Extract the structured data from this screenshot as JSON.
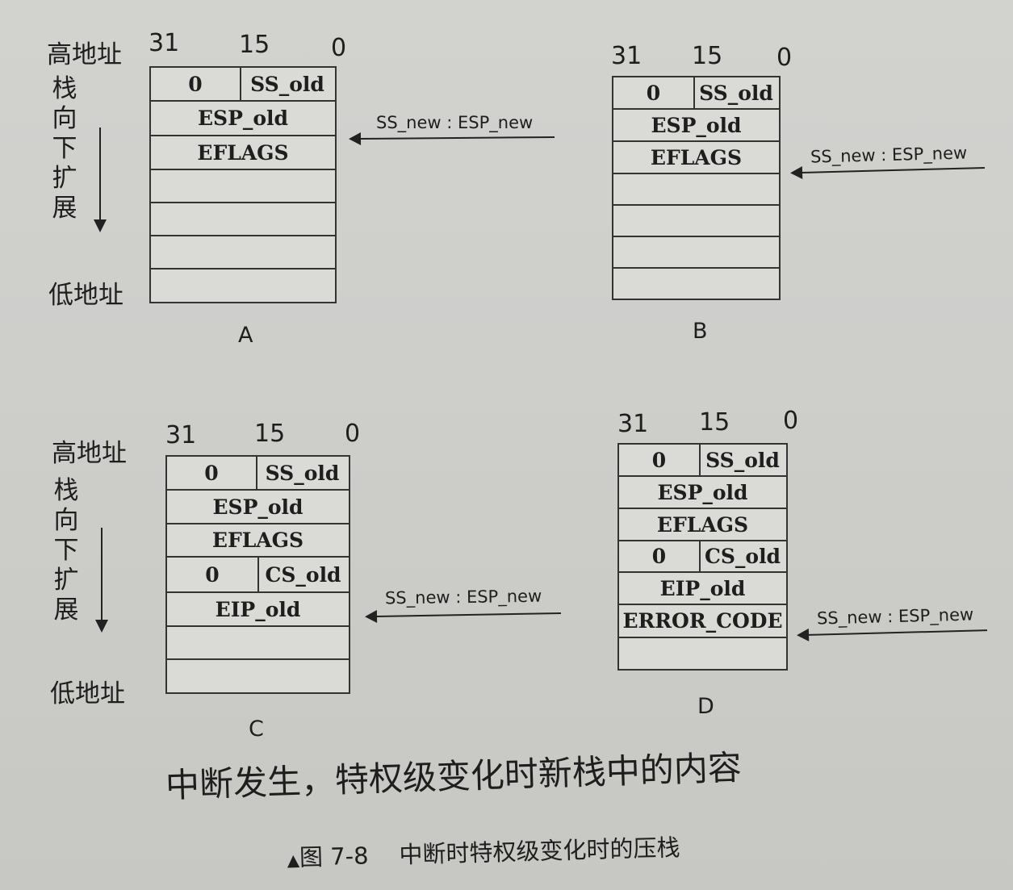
{
  "axis_labels": {
    "high_address": "高地址",
    "low_address": "低地址",
    "growth_direction": [
      "栈",
      "向",
      "下",
      "扩",
      "展"
    ]
  },
  "bit_labels": [
    "31",
    "15",
    "0"
  ],
  "pointer_label": "SS_new : ESP_new",
  "panels": {
    "A": {
      "letter": "A",
      "rows": [
        {
          "left": "0",
          "right": "SS_old"
        },
        {
          "text": "ESP_old"
        },
        {
          "text": "EFLAGS"
        },
        {
          "text": ""
        },
        {
          "text": ""
        },
        {
          "text": ""
        },
        {
          "text": ""
        }
      ]
    },
    "B": {
      "letter": "B",
      "rows": [
        {
          "left": "0",
          "right": "SS_old"
        },
        {
          "text": "ESP_old"
        },
        {
          "text": "EFLAGS"
        },
        {
          "text": ""
        },
        {
          "text": ""
        },
        {
          "text": ""
        },
        {
          "text": ""
        }
      ]
    },
    "C": {
      "letter": "C",
      "rows": [
        {
          "left": "0",
          "right": "SS_old"
        },
        {
          "text": "ESP_old"
        },
        {
          "text": "EFLAGS"
        },
        {
          "left": "0",
          "right": "CS_old"
        },
        {
          "text": "EIP_old"
        },
        {
          "text": ""
        },
        {
          "text": ""
        }
      ]
    },
    "D": {
      "letter": "D",
      "rows": [
        {
          "left": "0",
          "right": "SS_old"
        },
        {
          "text": "ESP_old"
        },
        {
          "text": "EFLAGS"
        },
        {
          "left": "0",
          "right": "CS_old"
        },
        {
          "text": "EIP_old"
        },
        {
          "text": "ERROR_CODE"
        },
        {
          "text": ""
        }
      ]
    }
  },
  "subtitle": "中断发生，特权级变化时新栈中的内容",
  "caption": {
    "marker": "▲",
    "figure": "图 7-8",
    "text": "中断时特权级变化时的压栈"
  }
}
